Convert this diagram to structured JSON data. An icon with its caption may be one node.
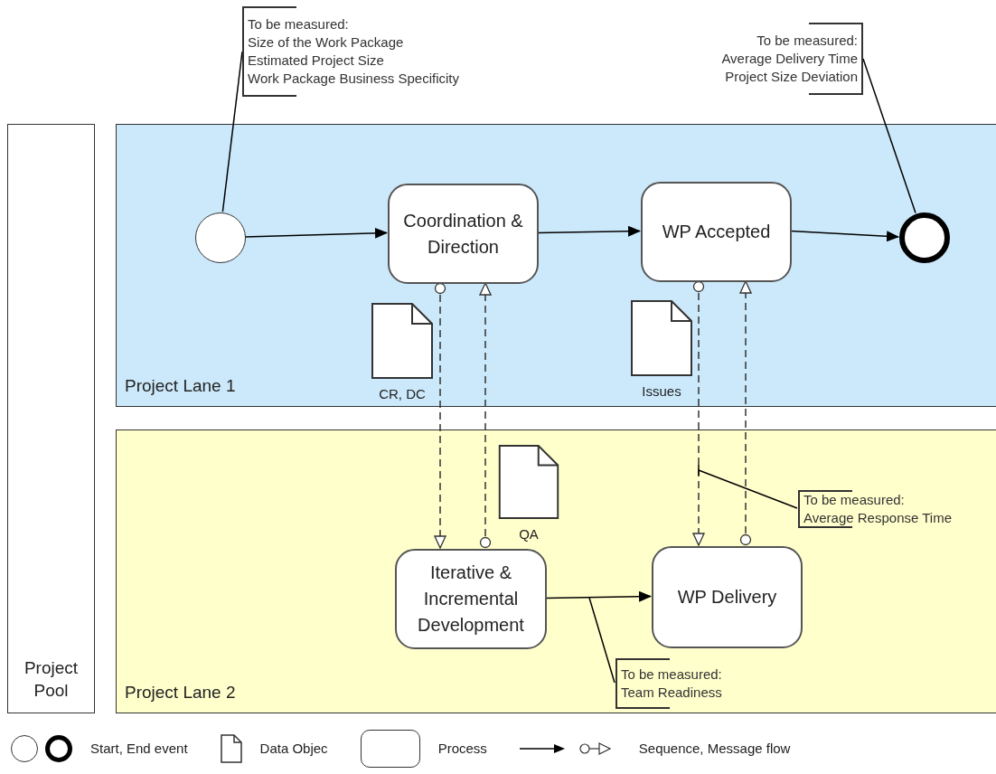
{
  "diagram": {
    "nodes": [
      {
        "text": [
          "Project Pool"
        ]
      },
      {
        "text": [
          "Project Lane 1"
        ]
      },
      {
        "text": [
          "Project Lane 2"
        ]
      },
      {
        "text": [],
        "shape": "circle",
        "in": 1
      },
      {
        "text": [
          "Coordination & Direction"
        ],
        "in": 1
      },
      {
        "text": [
          "WP Accepted"
        ],
        "in": 1
      },
      {
        "text": [],
        "shape": "circle",
        "in": 1
      },
      {
        "text": [
          "CR, DC"
        ],
        "in": 1
      },
      {
        "text": [
          "Issues"
        ],
        "in": 1
      },
      {
        "text": [
          "Iterative & Incremental Development"
        ],
        "in": 2
      },
      {
        "text": [
          "WP Delivery"
        ],
        "in": 2
      },
      {
        "text": [
          "QA"
        ],
        "in": 2
      },
      {
        "text": [
          "To be measured:",
          "Size of the Work Package",
          "Estimated Project Size",
          "Work Package Business Specificity"
        ]
      },
      {
        "text": [
          "To be measured:",
          "Average Delivery Time",
          "Project Size Deviation"
        ]
      },
      {
        "text": [
          "To be measured:",
          "Average Response Time"
        ],
        "in": 2
      },
      {
        "text": [
          "To be measured:",
          "Team Readiness"
        ],
        "in": 2
      }
    ],
    "edges": [
      {
        "from": 3,
        "to": 4,
        "arrow": "to"
      },
      {
        "from": 4,
        "to": 5,
        "arrow": "to"
      },
      {
        "from": 5,
        "to": 6,
        "arrow": "to"
      },
      {
        "from": 9,
        "to": 10,
        "arrow": "to"
      },
      {
        "from": 4,
        "to": 9,
        "arrow": "to",
        "style": "dashed"
      },
      {
        "from": 9,
        "to": 4,
        "arrow": "to",
        "style": "dashed"
      },
      {
        "from": 5,
        "to": 10,
        "arrow": "to",
        "style": "dashed"
      },
      {
        "from": 10,
        "to": 5,
        "arrow": "to",
        "style": "dashed"
      },
      {
        "from": 12,
        "to": 3,
        "arrow": "none"
      },
      {
        "from": 13,
        "to": 6,
        "arrow": "none"
      },
      {
        "from": 14,
        "to": null,
        "arrow": "none"
      },
      {
        "from": 15,
        "to": null,
        "arrow": "none"
      }
    ],
    "legend": [
      {
        "text": "Start, End event"
      },
      {
        "text": "Data Objec"
      },
      {
        "text": "Process"
      },
      {
        "text": "Sequence, Message flow"
      }
    ]
  }
}
